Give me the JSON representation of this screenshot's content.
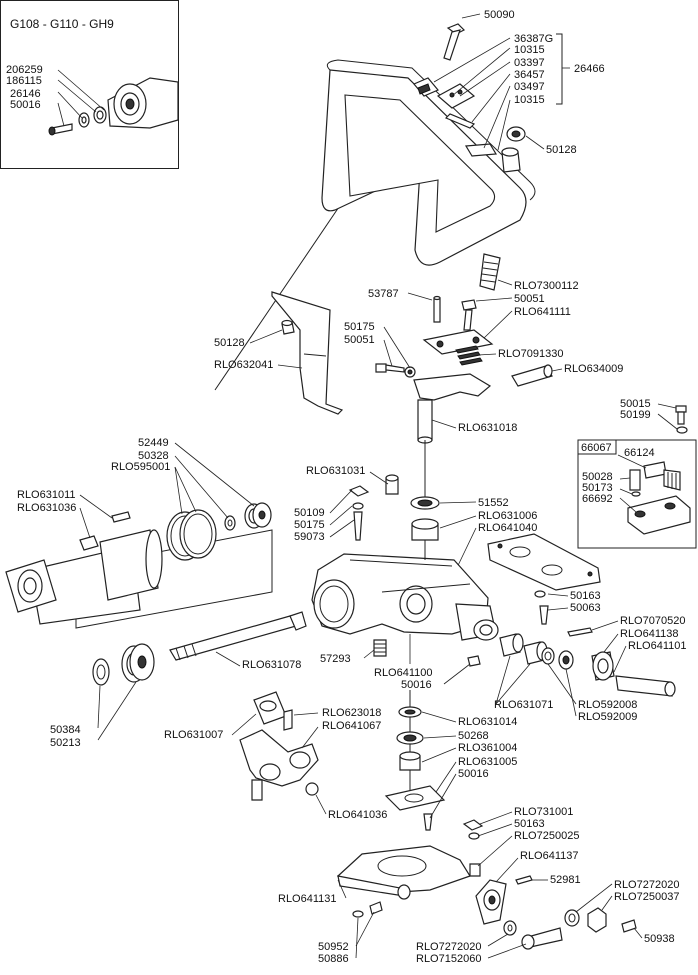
{
  "inset_title": "G108 - G110 - GH9",
  "group_label": "26466",
  "sub_box_label": "66067",
  "labels": {
    "p50090": "50090",
    "p36387G": "36387G",
    "p10315a": "10315",
    "p03397": "03397",
    "p36457": "36457",
    "p03497": "03497",
    "p10315b": "10315",
    "p206259": "206259",
    "p186115": "186115",
    "p26146": "26146",
    "p50016a": "50016",
    "p50128a": "50128",
    "pRLO7300112": "RLO7300112",
    "p53787": "53787",
    "p50051a": "50051",
    "pRLO641111": "RLO641111",
    "p50175a": "50175",
    "p50051b": "50051",
    "pRLO7091330": "RLO7091330",
    "pRLO634009": "RLO634009",
    "p50128b": "50128",
    "pRLO632041": "RLO632041",
    "pRLO631018": "RLO631018",
    "p50015": "50015",
    "p50199": "50199",
    "p66124": "66124",
    "p50028": "50028",
    "p50173": "50173",
    "p66692": "66692",
    "p52449": "52449",
    "p50328": "50328",
    "pRLO595001": "RLO595001",
    "pRLO631031": "RLO631031",
    "pRLO631011": "RLO631011",
    "pRLO631036": "RLO631036",
    "p50109": "50109",
    "p50175b": "50175",
    "p59073": "59073",
    "p51552": "51552",
    "pRLO631006": "RLO631006",
    "pRLO641040": "RLO641040",
    "p50163a": "50163",
    "p50063": "50063",
    "pRLO7070520": "RLO7070520",
    "pRLO641138": "RLO641138",
    "pRLO641101": "RLO641101",
    "pRLO631078": "RLO631078",
    "p57293": "57293",
    "pRLO641100": "RLO641100",
    "p50016b": "50016",
    "pRLO631071": "RLO631071",
    "pRLO592008": "RLO592008",
    "pRLO592009": "RLO592009",
    "p50384": "50384",
    "p50213": "50213",
    "pRLO631007": "RLO631007",
    "pRLO623018": "RLO623018",
    "pRLO641067": "RLO641067",
    "pRLO631014": "RLO631014",
    "p50268": "50268",
    "pRLO361004": "RLO361004",
    "pRLO631005": "RLO631005",
    "p50016c": "50016",
    "pRLO641036": "RLO641036",
    "pRLO731001": "RLO731001",
    "p50163b": "50163",
    "pRLO7250025": "RLO7250025",
    "pRLO641137": "RLO641137",
    "p52981": "52981",
    "pRLO7272020a": "RLO7272020",
    "pRLO7250037": "RLO7250037",
    "pRLO641131": "RLO641131",
    "p50938": "50938",
    "p50952": "50952",
    "p50886": "50886",
    "pRLO7272020b": "RLO7272020",
    "pRLO7152060": "RLO7152060"
  }
}
